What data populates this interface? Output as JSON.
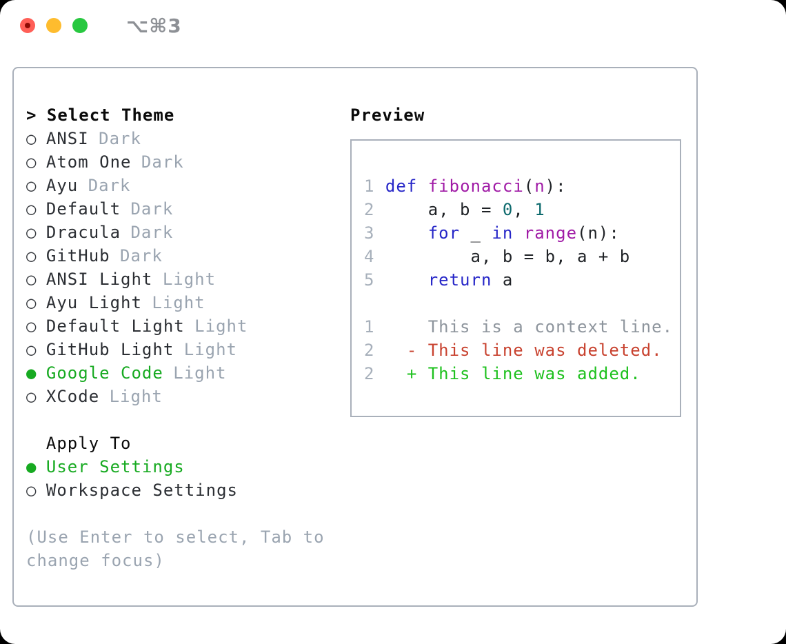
{
  "window": {
    "title": "⌥⌘3"
  },
  "theme_selector": {
    "prompt": ">",
    "title": "Select Theme",
    "unselected_marker": "○",
    "selected_marker": "●",
    "items": [
      {
        "name": "ANSI",
        "variant": "Dark",
        "selected": false
      },
      {
        "name": "Atom One",
        "variant": "Dark",
        "selected": false
      },
      {
        "name": "Ayu",
        "variant": "Dark",
        "selected": false
      },
      {
        "name": "Default",
        "variant": "Dark",
        "selected": false
      },
      {
        "name": "Dracula",
        "variant": "Dark",
        "selected": false
      },
      {
        "name": "GitHub",
        "variant": "Dark",
        "selected": false
      },
      {
        "name": "ANSI Light",
        "variant": "Light",
        "selected": false
      },
      {
        "name": "Ayu Light",
        "variant": "Light",
        "selected": false
      },
      {
        "name": "Default Light",
        "variant": "Light",
        "selected": false
      },
      {
        "name": "GitHub Light",
        "variant": "Light",
        "selected": false
      },
      {
        "name": "Google Code",
        "variant": "Light",
        "selected": true
      },
      {
        "name": "XCode",
        "variant": "Light",
        "selected": false
      }
    ]
  },
  "apply_to": {
    "title": "Apply To",
    "options": [
      {
        "name": "User Settings",
        "selected": true
      },
      {
        "name": "Workspace Settings",
        "selected": false
      }
    ]
  },
  "help": {
    "lines": [
      "(Use Enter to select, Tab to",
      "change focus)"
    ]
  },
  "preview": {
    "title": "Preview",
    "code_lines": [
      {
        "num": "1",
        "tokens": [
          {
            "t": " ",
            "c": "pl"
          },
          {
            "t": "def",
            "c": "kw"
          },
          {
            "t": " ",
            "c": "pl"
          },
          {
            "t": "fibonacci",
            "c": "fn"
          },
          {
            "t": "(",
            "c": "pl"
          },
          {
            "t": "n",
            "c": "fn"
          },
          {
            "t": "):",
            "c": "pl"
          }
        ]
      },
      {
        "num": "2",
        "tokens": [
          {
            "t": "     a, b = ",
            "c": "pl"
          },
          {
            "t": "0",
            "c": "nm"
          },
          {
            "t": ", ",
            "c": "pl"
          },
          {
            "t": "1",
            "c": "nm"
          }
        ]
      },
      {
        "num": "3",
        "tokens": [
          {
            "t": "     ",
            "c": "pl"
          },
          {
            "t": "for",
            "c": "kw"
          },
          {
            "t": " _ ",
            "c": "pl"
          },
          {
            "t": "in",
            "c": "kw"
          },
          {
            "t": " ",
            "c": "pl"
          },
          {
            "t": "range",
            "c": "fn"
          },
          {
            "t": "(n):",
            "c": "pl"
          }
        ]
      },
      {
        "num": "4",
        "tokens": [
          {
            "t": "         a, b = b, a + b",
            "c": "pl"
          }
        ]
      },
      {
        "num": "5",
        "tokens": [
          {
            "t": "     ",
            "c": "pl"
          },
          {
            "t": "return",
            "c": "kw"
          },
          {
            "t": " a",
            "c": "pl"
          }
        ]
      }
    ],
    "diff_lines": [
      {
        "num": "1",
        "tokens": [
          {
            "t": "     This is a context line.",
            "c": "ctx"
          }
        ]
      },
      {
        "num": "2",
        "tokens": [
          {
            "t": "   ",
            "c": "pl"
          },
          {
            "t": "- This line was deleted.",
            "c": "del"
          }
        ]
      },
      {
        "num": "2",
        "tokens": [
          {
            "t": "   ",
            "c": "pl"
          },
          {
            "t": "+ This line was added.",
            "c": "add"
          }
        ]
      }
    ]
  },
  "colors": {
    "ui_green": "#17aa21",
    "diff_add_green": "#1ec11e",
    "diff_del_red": "#c8422f",
    "keyword_blue": "#2727c8",
    "function_purple": "#a01ba6",
    "number_teal": "#0d6a6d",
    "muted_gray": "#9aa4b0",
    "line_number_gray": "#a6afba",
    "context_gray": "#8e959d",
    "border_gray": "#a9b0ba",
    "traffic_red": "#ff5f57",
    "traffic_yellow": "#febc2e",
    "traffic_green": "#28c840"
  }
}
